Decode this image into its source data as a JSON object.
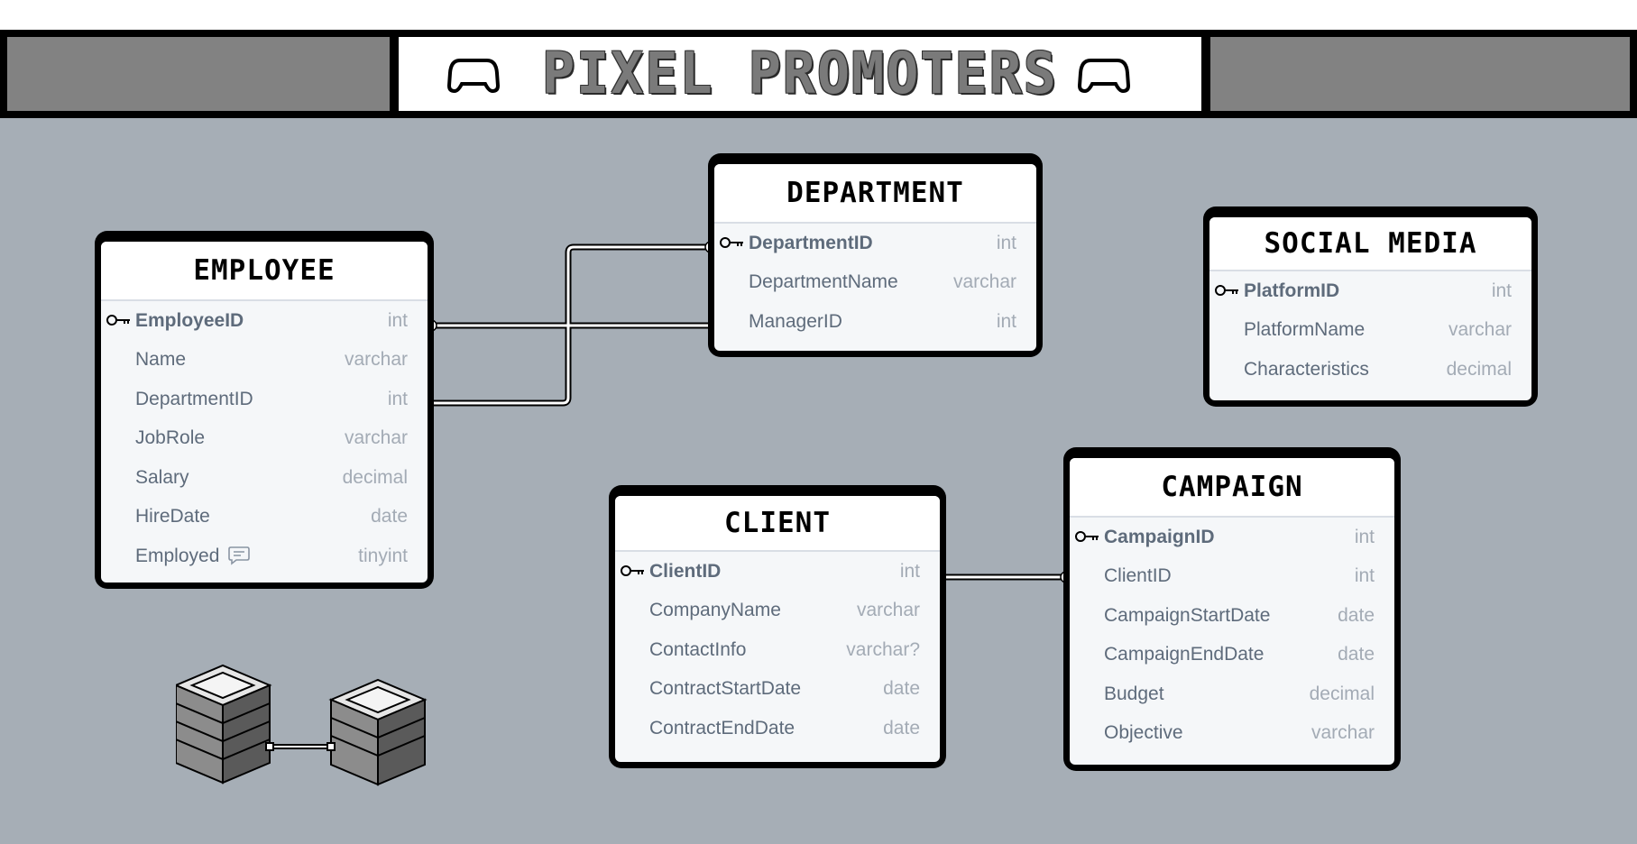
{
  "banner": {
    "title": "PIXEL PROMOTERS",
    "left_icon": "gamepad-icon",
    "right_icon": "gamepad-icon"
  },
  "tables": {
    "employee": {
      "name": "EMPLOYEE",
      "columns": [
        {
          "name": "EmployeeID",
          "type": "int",
          "pk": true
        },
        {
          "name": "Name",
          "type": "varchar"
        },
        {
          "name": "DepartmentID",
          "type": "int"
        },
        {
          "name": "JobRole",
          "type": "varchar"
        },
        {
          "name": "Salary",
          "type": "decimal"
        },
        {
          "name": "HireDate",
          "type": "date"
        },
        {
          "name": "Employed",
          "type": "tinyint",
          "comment_icon": "comment-icon"
        }
      ]
    },
    "department": {
      "name": "DEPARTMENT",
      "columns": [
        {
          "name": "DepartmentID",
          "type": "int",
          "pk": true
        },
        {
          "name": "DepartmentName",
          "type": "varchar"
        },
        {
          "name": "ManagerID",
          "type": "int"
        }
      ]
    },
    "social_media": {
      "name": "SOCIAL MEDIA",
      "columns": [
        {
          "name": "PlatformID",
          "type": "int",
          "pk": true
        },
        {
          "name": "PlatformName",
          "type": "varchar"
        },
        {
          "name": "Characteristics",
          "type": "decimal"
        }
      ]
    },
    "client": {
      "name": "CLIENT",
      "columns": [
        {
          "name": "ClientID",
          "type": "int",
          "pk": true
        },
        {
          "name": "CompanyName",
          "type": "varchar"
        },
        {
          "name": "ContactInfo",
          "type": "varchar?"
        },
        {
          "name": "ContractStartDate",
          "type": "date"
        },
        {
          "name": "ContractEndDate",
          "type": "date"
        }
      ]
    },
    "campaign": {
      "name": "CAMPAIGN",
      "columns": [
        {
          "name": "CampaignID",
          "type": "int",
          "pk": true
        },
        {
          "name": "ClientID",
          "type": "int"
        },
        {
          "name": "CampaignStartDate",
          "type": "date"
        },
        {
          "name": "CampaignEndDate",
          "type": "date"
        },
        {
          "name": "Budget",
          "type": "decimal"
        },
        {
          "name": "Objective",
          "type": "varchar"
        }
      ]
    }
  },
  "relationships": [
    {
      "from": "employee.EmployeeID",
      "to": "department.ManagerID"
    },
    {
      "from": "department.DepartmentID",
      "to": "employee.DepartmentID"
    },
    {
      "from": "campaign.ClientID",
      "to": "client.ClientID"
    }
  ],
  "decoration": {
    "icon": "database-servers-icon"
  },
  "colors": {
    "background": "#a6aeb6",
    "banner_gray": "#828282",
    "column_name": "#5e6b7b",
    "column_type": "#a3abb5"
  }
}
